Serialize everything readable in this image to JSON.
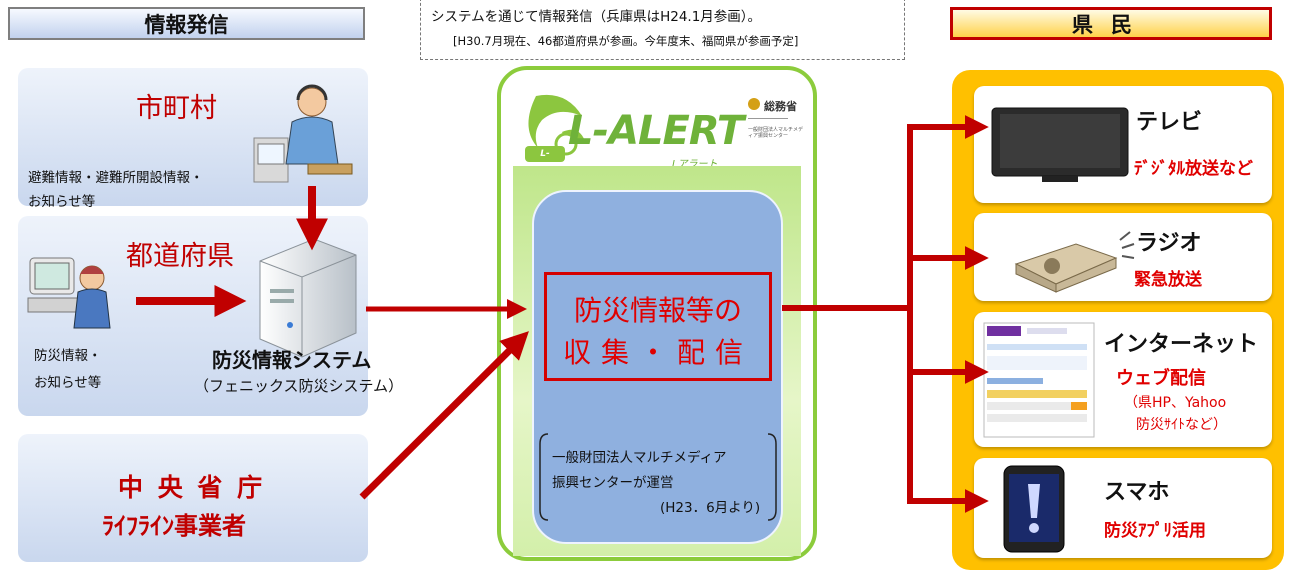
{
  "header": {
    "left": "情報発信",
    "right": "県民"
  },
  "note": {
    "line1": "システムを通じて情報発信（兵庫県はH24.1月参画）。",
    "line2": "[H30.7月現在、46都道府県が参画。今年度末、福岡県が参画予定]"
  },
  "left": {
    "municipality": {
      "title": "市町村",
      "desc1": "避難情報・避難所開設情報・",
      "desc2": "お知らせ等"
    },
    "prefecture": {
      "title": "都道府県",
      "desc1": "防災情報・",
      "desc2": "お知らせ等",
      "system_name": "防災情報システム",
      "system_sub": "（フェニックス防災システム）"
    },
    "central": {
      "line1": "中 央 省 庁",
      "line2": "ﾗｲﾌﾗｲﾝ事業者"
    }
  },
  "center": {
    "logo_main": "L-ALERT",
    "logo_kana": "Lアラート",
    "logo_badge": "L-ALERT",
    "ministry": "総務省",
    "foundation": "一般財団法人マルチメディア振興センター",
    "main_line1": "防災情報等の",
    "main_line2": "収集・配信",
    "op_line1": "一般財団法人マルチメディア",
    "op_line2": "振興センターが運営",
    "op_line3": "(H23．6月より)"
  },
  "right": {
    "tv": {
      "title": "テレビ",
      "sub": "ﾃﾞｼﾞﾀﾙ放送など"
    },
    "radio": {
      "title": "ラジオ",
      "sub": "緊急放送"
    },
    "internet": {
      "title": "インターネット",
      "sub": "ウェブ配信",
      "note1": "（県HP、Yahoo",
      "note2": "防災ｻｲﾄなど）"
    },
    "smartphone": {
      "title": "スマホ",
      "sub": "防災ｱﾌﾟﾘ活用"
    }
  },
  "colors": {
    "arrow": "#c00000",
    "accent_red": "#e00000",
    "center_frame": "#8ccc3c",
    "right_bg": "#ffc000",
    "panel_blue": "#c9d7ee"
  },
  "icons": [
    "operator-icon",
    "computer-user-icon",
    "server-icon",
    "tv-icon",
    "radio-icon",
    "webpage-icon",
    "smartphone-icon"
  ]
}
